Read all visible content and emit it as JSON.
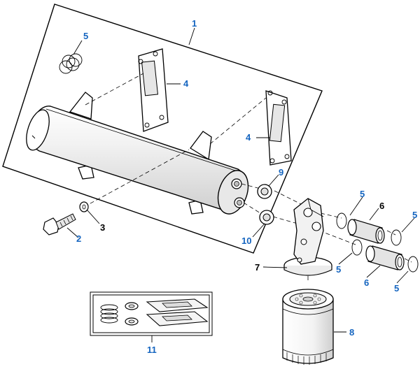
{
  "colors": {
    "callout_blue": "#1565c0",
    "callout_black": "#000000",
    "line": "#000000",
    "shade": "#d9d9d9"
  },
  "callouts": {
    "c1": "1",
    "c2": "2",
    "c3": "3",
    "c4_top": "4",
    "c4_mid": "4",
    "c5_top": "5",
    "c5_a": "5",
    "c5_b": "5",
    "c5_c": "5",
    "c5_d": "5",
    "c6_top": "6",
    "c6_bottom": "6",
    "c7": "7",
    "c8": "8",
    "c9": "9",
    "c10": "10",
    "c11": "11"
  }
}
